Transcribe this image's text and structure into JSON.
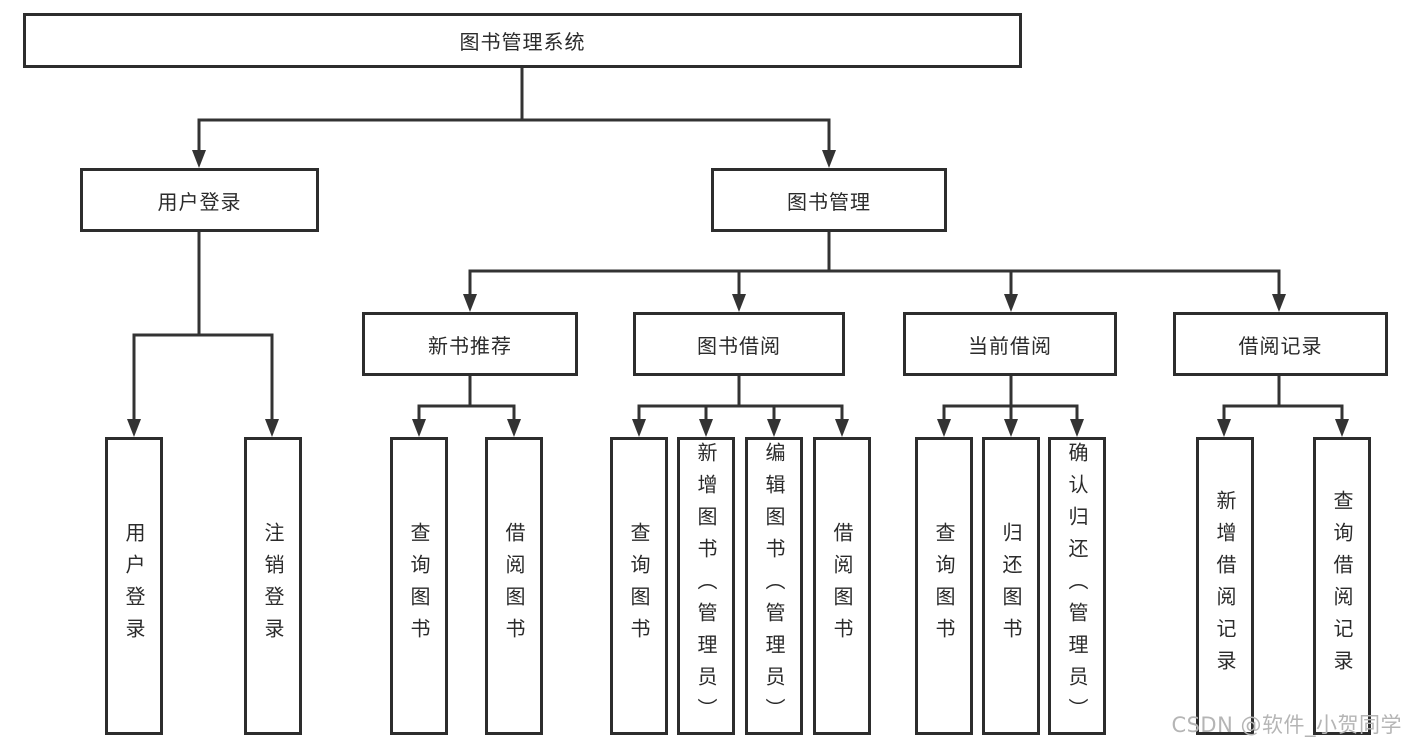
{
  "tree": {
    "root": {
      "label": "图书管理系统",
      "children": [
        {
          "label": "用户登录",
          "children": [
            {
              "label": "用户登录"
            },
            {
              "label": "注销登录"
            }
          ]
        },
        {
          "label": "图书管理",
          "children": [
            {
              "label": "新书推荐",
              "children": [
                {
                  "label": "查询图书"
                },
                {
                  "label": "借阅图书"
                }
              ]
            },
            {
              "label": "图书借阅",
              "children": [
                {
                  "label": "查询图书"
                },
                {
                  "label": "新增图书（管理员）"
                },
                {
                  "label": "编辑图书（管理员）"
                },
                {
                  "label": "借阅图书"
                }
              ]
            },
            {
              "label": "当前借阅",
              "children": [
                {
                  "label": "查询图书"
                },
                {
                  "label": "归还图书"
                },
                {
                  "label": "确认归还（管理员）"
                }
              ]
            },
            {
              "label": "借阅记录",
              "children": [
                {
                  "label": "新增借阅记录"
                },
                {
                  "label": "查询借阅记录"
                }
              ]
            }
          ]
        }
      ]
    }
  },
  "watermark": "CSDN @软件_小贺同学",
  "colors": {
    "line": "#333333",
    "box_border": "#2d2d2d",
    "text": "#2b2b2b",
    "watermark": "#b5b5b5",
    "background": "#ffffff"
  }
}
